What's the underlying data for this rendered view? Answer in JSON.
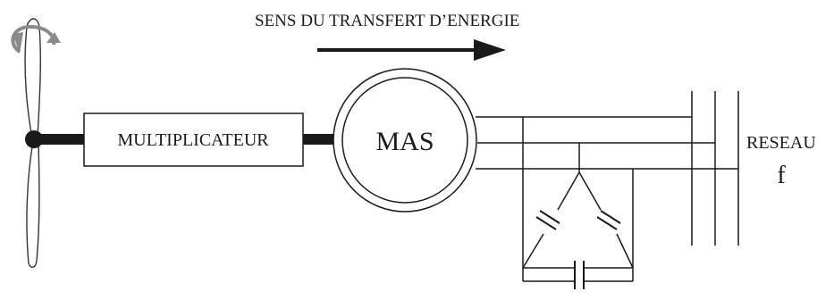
{
  "diagram": {
    "energy_flow_label": "SENS DU TRANSFERT D’ENERGIE",
    "gearbox_label": "MULTIPLICATEUR",
    "generator_label": "MAS",
    "grid_label": "RESEAU",
    "frequency_label": "f"
  },
  "colors": {
    "line": "#1a1a1a",
    "rotation_arrow": "#8a8a8a",
    "background": "#ffffff"
  },
  "icons": {
    "turbine": "wind-turbine-icon",
    "rotation": "rotation-arrow-icon",
    "flow_arrow": "arrow-right-icon",
    "capacitor": "capacitor-icon"
  }
}
